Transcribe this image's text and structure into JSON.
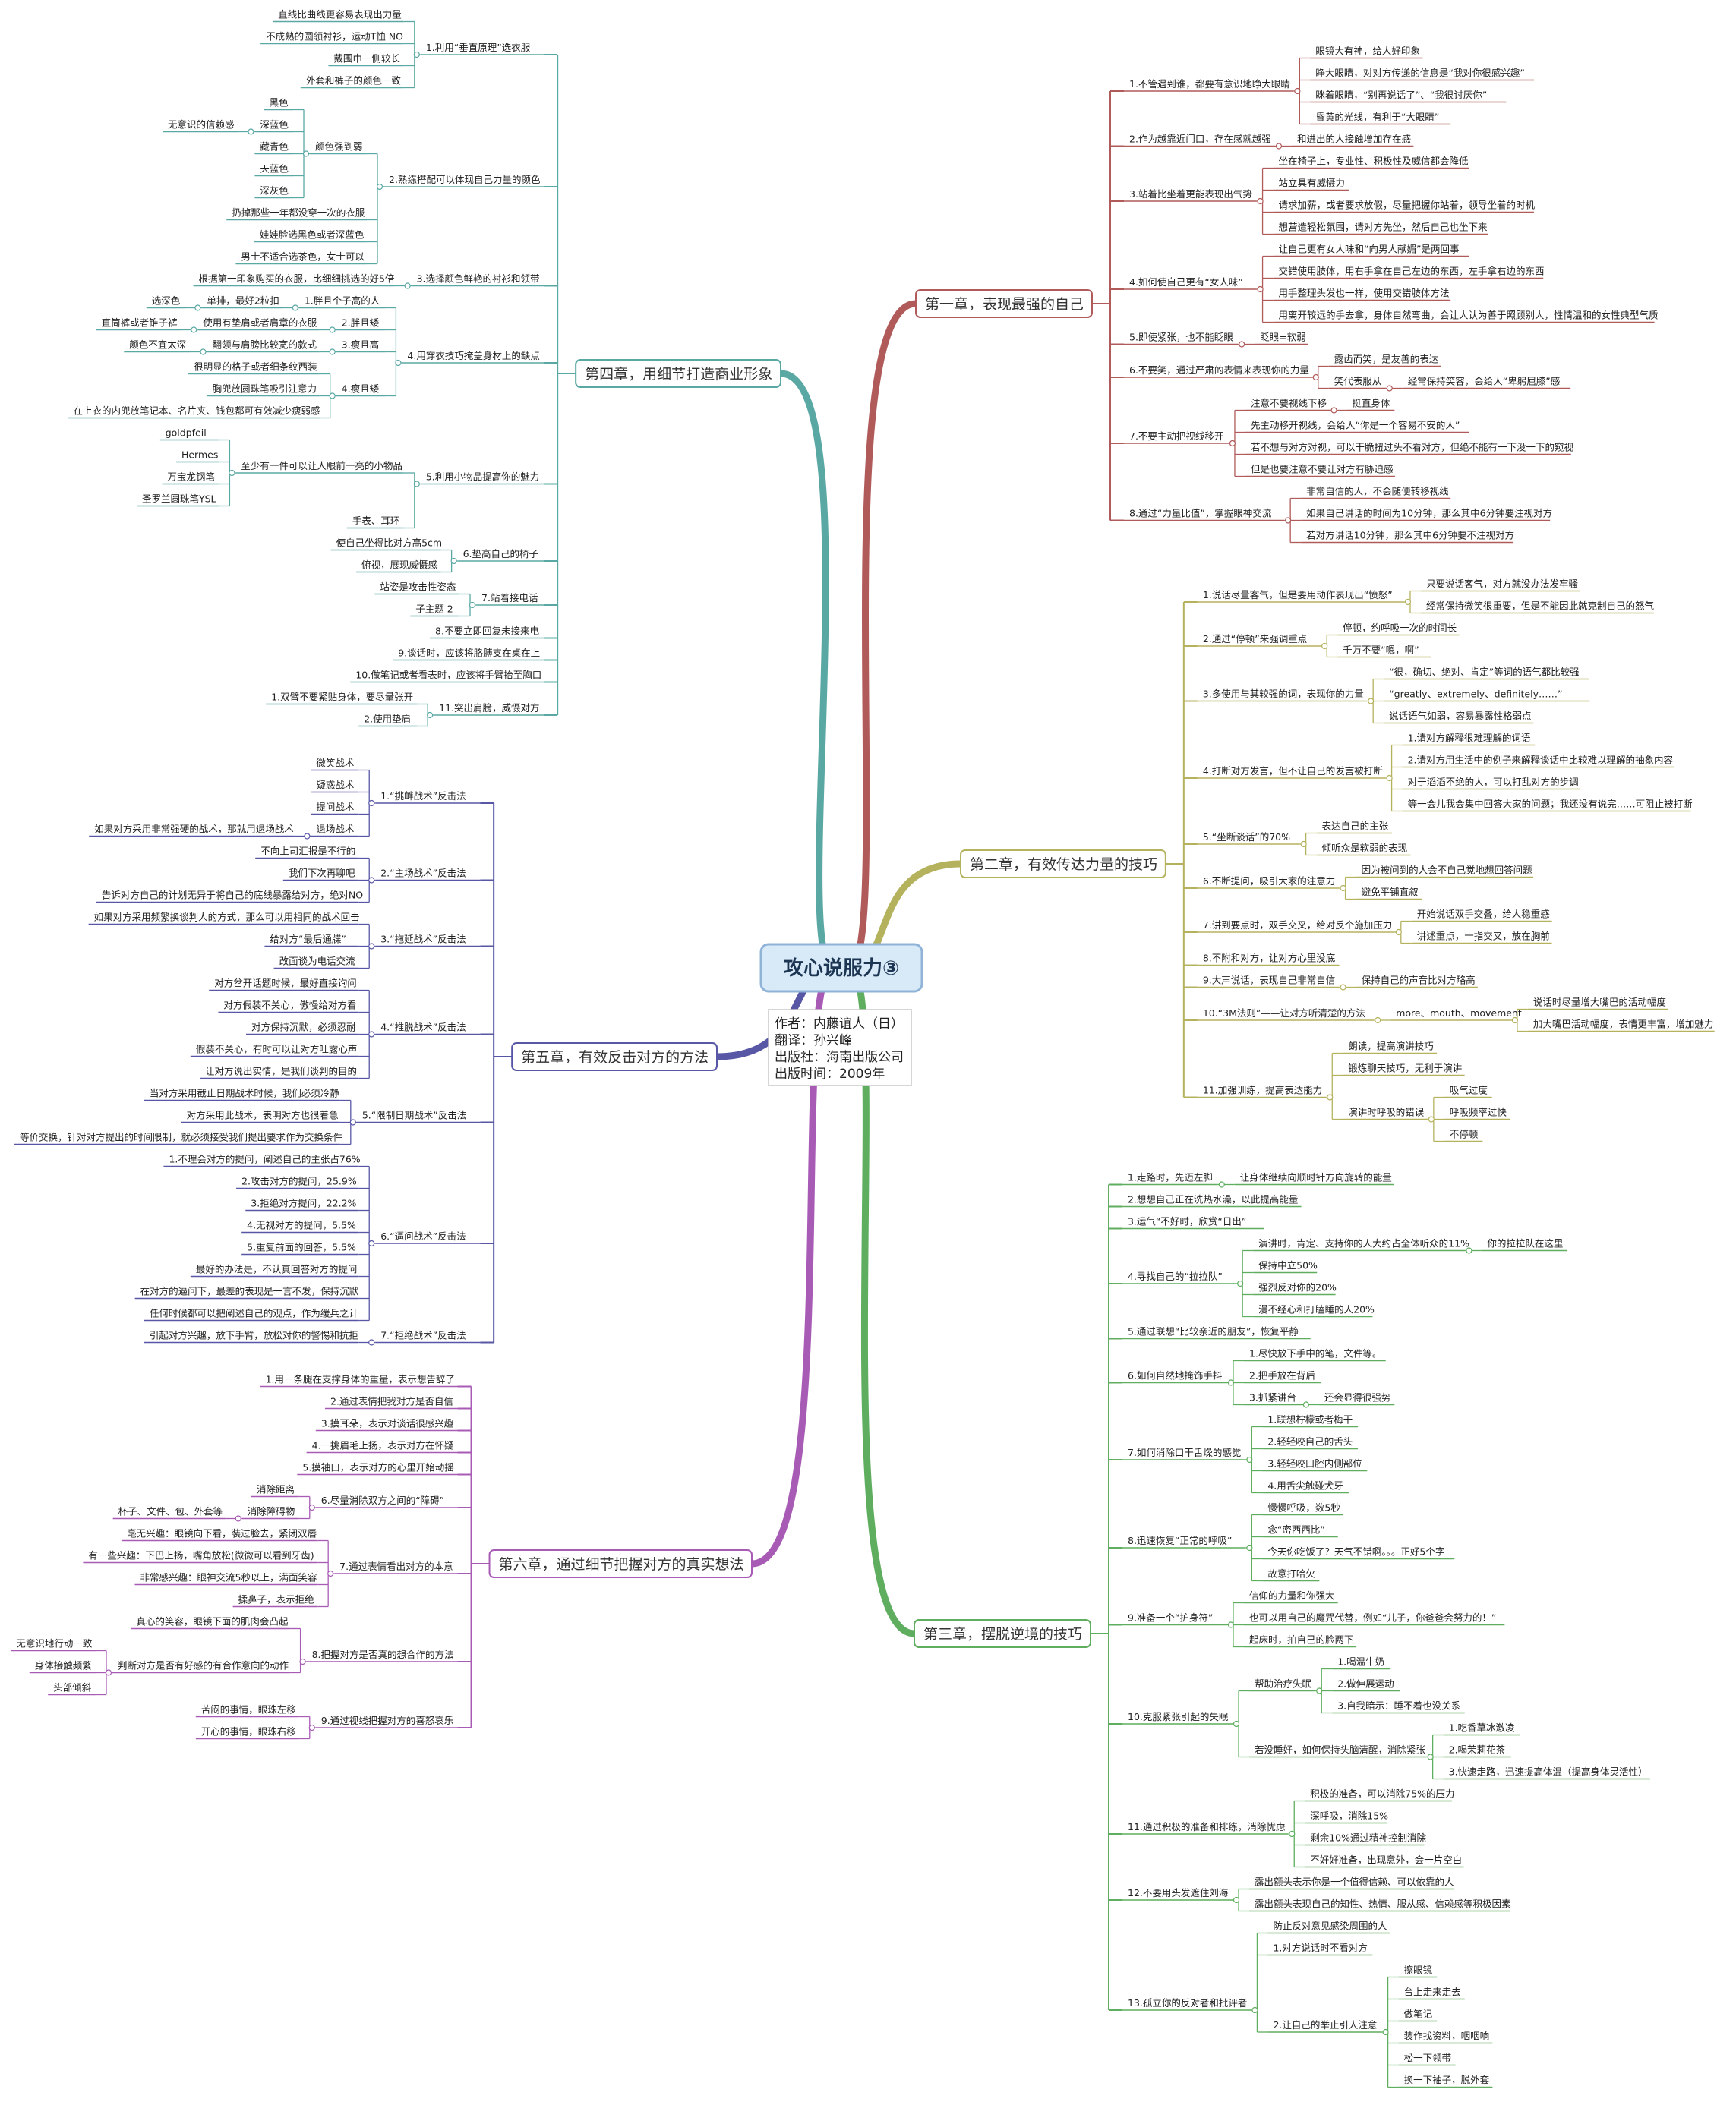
{
  "root": {
    "title": "攻心说服力③",
    "info": [
      "作者：内藤谊人（日）",
      "翻译：孙兴峰",
      "出版社：海南出版公司",
      "出版时间：2009年"
    ]
  },
  "colors": {
    "ch1": "#b05a5a",
    "ch2": "#b5b25e",
    "ch3": "#5fae5f",
    "ch4": "#5aa8a3",
    "ch5": "#5857a6",
    "ch6": "#a85bb5",
    "root_fill": "#d8e9f7",
    "root_border": "#8fb4d8"
  },
  "chapters": {
    "ch1": {
      "label": "第一章，表现最强的自己",
      "items": [
        {
          "label": "1.不管遇到谁，都要有意识地睁大眼睛",
          "children": [
            {
              "label": "眼镜大有神，给人好印象"
            },
            {
              "label": "睁大眼睛，对对方传递的信息是“我对你很感兴趣”"
            },
            {
              "label": "眯着眼睛，“别再说话了”、“我很讨厌你”"
            },
            {
              "label": "昏黄的光线，有利于“大眼睛”"
            }
          ]
        },
        {
          "label": "2.作为越靠近门口，存在感就越强",
          "children": [
            {
              "label": "和进出的人接触增加存在感"
            }
          ]
        },
        {
          "label": "3.站着比坐着更能表现出气势",
          "children": [
            {
              "label": "坐在椅子上，专业性、积极性及威信都会降低"
            },
            {
              "label": "站立具有威慑力"
            },
            {
              "label": "请求加薪，或者要求放假，尽量把握你站着，领导坐着的时机"
            },
            {
              "label": "想营造轻松氛围，请对方先坐，然后自己也坐下来"
            }
          ]
        },
        {
          "label": "4.如何使自己更有“女人味”",
          "children": [
            {
              "label": "让自己更有女人味和“向男人献媚”是两回事"
            },
            {
              "label": "交错使用肢体，用右手拿在自己左边的东西，左手拿右边的东西"
            },
            {
              "label": "用手整理头发也一样，使用交错肢体方法"
            },
            {
              "label": "用离开较远的手去拿，身体自然弯曲，会让人认为善于照顾别人，性情温和的女性典型气质"
            }
          ]
        },
        {
          "label": "5.即使紧张，也不能眨眼",
          "children": [
            {
              "label": "眨眼=软弱"
            }
          ]
        },
        {
          "label": "6.不要笑，通过严肃的表情来表现你的力量",
          "children": [
            {
              "label": "露齿而笑，是友善的表达"
            },
            {
              "label": "笑代表服从",
              "children": [
                {
                  "label": "经常保持笑容，会给人“卑躬屈膝”感"
                }
              ]
            }
          ]
        },
        {
          "label": "7.不要主动把视线移开",
          "children": [
            {
              "label": "注意不要视线下移",
              "children": [
                {
                  "label": "挺直身体"
                }
              ]
            },
            {
              "label": "先主动移开视线，会给人“你是一个容易不安的人”"
            },
            {
              "label": "若不想与对方对视，可以干脆扭过头不看对方，但绝不能有一下没一下的窥视"
            },
            {
              "label": "但是也要注意不要让对方有胁迫感"
            }
          ]
        },
        {
          "label": "8.通过“力量比值”，掌握眼神交流",
          "children": [
            {
              "label": "非常自信的人，不会随便转移视线"
            },
            {
              "label": "如果自己讲话的时间为10分钟，那么其中6分钟要注视对方"
            },
            {
              "label": "若对方讲话10分钟，那么其中6分钟要不注视对方"
            }
          ]
        }
      ]
    },
    "ch2": {
      "label": "第二章，有效传达力量的技巧",
      "items": [
        {
          "label": "1.说话尽量客气，但是要用动作表现出“愤怒”",
          "children": [
            {
              "label": "只要说话客气，对方就没办法发牢骚"
            },
            {
              "label": "经常保持微笑很重要，但是不能因此就克制自己的怒气"
            }
          ]
        },
        {
          "label": "2.通过“停顿”来强调重点",
          "children": [
            {
              "label": "停顿，约呼吸一次的时间长"
            },
            {
              "label": "千万不要“嗯，啊”"
            }
          ]
        },
        {
          "label": "3.多使用与其较强的词，表现你的力量",
          "children": [
            {
              "label": "“很，确切、绝对、肯定”等词的语气都比较强"
            },
            {
              "label": "“greatly、extremely、definitely……”"
            },
            {
              "label": "说话语气如弱，容易暴露性格弱点"
            }
          ]
        },
        {
          "label": "4.打断对方发言，但不让自己的发言被打断",
          "children": [
            {
              "label": "1.请对方解释很难理解的词语"
            },
            {
              "label": "2.请对方用生活中的例子来解释谈话中比较难以理解的抽象内容"
            },
            {
              "label": "对于滔滔不绝的人，可以打乱对方的步调"
            },
            {
              "label": "等一会儿我会集中回答大家的问题；我还没有说完……可阻止被打断"
            }
          ]
        },
        {
          "label": "5.“坐断谈话”的70%",
          "children": [
            {
              "label": "表达自己的主张"
            },
            {
              "label": "倾听众是软弱的表现"
            }
          ]
        },
        {
          "label": "6.不断提问，吸引大家的注意力",
          "children": [
            {
              "label": "因为被问到的人会不自己觉地想回答问题"
            },
            {
              "label": "避免平铺直叙"
            }
          ]
        },
        {
          "label": "7.讲到要点时，双手交叉，给对反个施加压力",
          "children": [
            {
              "label": "开始说话双手交叠，给人稳重感"
            },
            {
              "label": "讲述重点，十指交叉，放在胸前"
            }
          ]
        },
        {
          "label": "8.不附和对方，让对方心里没底"
        },
        {
          "label": "9.大声说话，表现自己非常自信",
          "children": [
            {
              "label": "保持自己的声音比对方略高"
            }
          ]
        },
        {
          "label": "10.“3M法则”——让对方听清楚的方法",
          "children": [
            {
              "label": "more、mouth、movement",
              "children": [
                {
                  "label": "说话时尽量增大嘴巴的活动幅度"
                },
                {
                  "label": "加大嘴巴活动幅度，表情更丰富，增加魅力"
                }
              ]
            }
          ]
        },
        {
          "label": "11.加强训练，提高表达能力",
          "children": [
            {
              "label": "朗读，提高演讲技巧"
            },
            {
              "label": "锻炼聊天技巧，无利于演讲"
            },
            {
              "label": "演讲时呼吸的错误",
              "children": [
                {
                  "label": "吸气过度"
                },
                {
                  "label": "呼吸频率过快"
                },
                {
                  "label": "不停顿"
                }
              ]
            }
          ]
        }
      ]
    },
    "ch3": {
      "label": "第三章，摆脱逆境的技巧",
      "items": [
        {
          "label": "1.走路时，先迈左脚",
          "children": [
            {
              "label": "让身体继续向顺时针方向旋转的能量"
            }
          ]
        },
        {
          "label": "2.想想自己正在洗热水澡，以此提高能量"
        },
        {
          "label": "3.运气“不好时，欣赏“日出”"
        },
        {
          "label": "4.寻找自己的“拉拉队”",
          "children": [
            {
              "label": "演讲时，肯定、支持你的人大约占全体听众的11%",
              "children": [
                {
                  "label": "你的拉拉队在这里"
                }
              ]
            },
            {
              "label": "保持中立50%"
            },
            {
              "label": "强烈反对你的20%"
            },
            {
              "label": "漫不经心和打瞌睡的人20%"
            }
          ]
        },
        {
          "label": "5.通过联想“比较亲近的朋友”，恢复平静"
        },
        {
          "label": "6.如何自然地掩饰手抖",
          "children": [
            {
              "label": "1.尽快放下手中的笔，文件等。"
            },
            {
              "label": "2.把手放在背后"
            },
            {
              "label": "3.抓紧讲台",
              "children": [
                {
                  "label": "还会显得很强势"
                }
              ]
            }
          ]
        },
        {
          "label": "7.如何消除口干舌燥的感觉",
          "children": [
            {
              "label": "1.联想柠檬或者梅干"
            },
            {
              "label": "2.轻轻咬自己的舌头"
            },
            {
              "label": "3.轻轻咬口腔内侧部位"
            },
            {
              "label": "4.用舌尖触碰犬牙"
            }
          ]
        },
        {
          "label": "8.迅速恢复“正常的呼吸”",
          "children": [
            {
              "label": "慢慢呼吸，数5秒"
            },
            {
              "label": "念“密西西比”"
            },
            {
              "label": "今天你吃饭了？天气不错啊。。。正好5个字"
            },
            {
              "label": "故意打哈欠"
            }
          ]
        },
        {
          "label": "9.准备一个“护身符”",
          "children": [
            {
              "label": "信仰的力量和你强大"
            },
            {
              "label": "也可以用自己的魔咒代替，例如“儿子，你爸爸会努力的！”"
            },
            {
              "label": "起床时，拍自己的脸两下"
            }
          ]
        },
        {
          "label": "10.克服紧张引起的失眠",
          "children": [
            {
              "label": "帮助治疗失眠",
              "children": [
                {
                  "label": "1.喝温牛奶"
                },
                {
                  "label": "2.做伸展运动"
                },
                {
                  "label": "3.自我暗示：睡不着也没关系"
                }
              ]
            },
            {
              "label": "若没睡好，如何保持头脑清醒，消除紧张",
              "children": [
                {
                  "label": "1.吃香草冰激凌"
                },
                {
                  "label": "2.喝茉莉花茶"
                },
                {
                  "label": "3.快速走路，迅速提高体温（提高身体灵活性）"
                }
              ]
            }
          ]
        },
        {
          "label": "11.通过积极的准备和排练，消除忧虑",
          "children": [
            {
              "label": "积极的准备，可以消除75%的压力"
            },
            {
              "label": "深呼吸，消除15%"
            },
            {
              "label": "剩余10%通过精神控制消除"
            },
            {
              "label": "不好好准备，出现意外，会一片空白"
            }
          ]
        },
        {
          "label": "12.不要用头发遮住刘海",
          "children": [
            {
              "label": "露出额头表示你是一个值得信赖、可以依靠的人"
            },
            {
              "label": "露出额头表现自己的知性、热情、服从感、信赖感等积极因素"
            }
          ]
        },
        {
          "label": "13.孤立你的反对者和批评者",
          "children": [
            {
              "label": "防止反对意见感染周围的人"
            },
            {
              "label": "1.对方说话时不看对方"
            },
            {
              "label": "2.让自己的举止引人注意",
              "children": [
                {
                  "label": "擦眼镜"
                },
                {
                  "label": "台上走来走去"
                },
                {
                  "label": "做笔记"
                },
                {
                  "label": "装作找资料，咽咽响"
                },
                {
                  "label": "松一下领带"
                },
                {
                  "label": "换一下袖子，脱外套"
                }
              ]
            }
          ]
        }
      ]
    },
    "ch4": {
      "label": "第四章，用细节打造商业形象",
      "items": [
        {
          "label": "1.利用“垂直原理”选衣服",
          "children": [
            {
              "label": "直线比曲线更容易表现出力量"
            },
            {
              "label": "不成熟的圆领衬衫，运动T恤 NO"
            },
            {
              "label": "戴围巾一侧较长"
            },
            {
              "label": "外套和裤子的颜色一致"
            }
          ]
        },
        {
          "label": "2.熟练搭配可以体现自己力量的颜色",
          "children": [
            {
              "label": "颜色强到弱",
              "children": [
                {
                  "label": "黑色"
                },
                {
                  "label": "深蓝色",
                  "children": [
                    {
                      "label": "无意识的信赖感"
                    }
                  ]
                },
                {
                  "label": "藏青色"
                },
                {
                  "label": "天蓝色"
                },
                {
                  "label": "深灰色"
                }
              ]
            },
            {
              "label": "扔掉那些一年都没穿一次的衣服"
            },
            {
              "label": "娃娃脸选黑色或者深蓝色"
            },
            {
              "label": "男士不适合选茶色，女士可以"
            }
          ]
        },
        {
          "label": "3.选择颜色鲜艳的衬衫和领带",
          "children": [
            {
              "label": "根据第一印象购买的衣服，比细细挑选的好5倍"
            }
          ]
        },
        {
          "label": "4.用穿衣技巧掩盖身材上的缺点",
          "children": [
            {
              "label": "1.胖且个子高的人",
              "children": [
                {
                  "label": "单排，最好2粒扣",
                  "children": [
                    {
                      "label": "选深色"
                    }
                  ]
                }
              ]
            },
            {
              "label": "2.胖且矮",
              "children": [
                {
                  "label": "使用有垫肩或者肩章的衣服",
                  "children": [
                    {
                      "label": "直筒裤或者锥子裤"
                    }
                  ]
                }
              ]
            },
            {
              "label": "3.瘦且高",
              "children": [
                {
                  "label": "翻领与肩膀比较宽的款式",
                  "children": [
                    {
                      "label": "颜色不宜太深"
                    }
                  ]
                }
              ]
            },
            {
              "label": "4.瘦且矮",
              "children": [
                {
                  "label": "很明显的格子或者细条纹西装"
                },
                {
                  "label": "胸兜放圆珠笔吸引注意力"
                },
                {
                  "label": "在上衣的内兜放笔记本、名片夹、钱包都可有效减少瘦弱感"
                }
              ]
            }
          ]
        },
        {
          "label": "5.利用小物品提高你的魅力",
          "children": [
            {
              "label": "至少有一件可以让人眼前一亮的小物品",
              "children": [
                {
                  "label": "goldpfeil"
                },
                {
                  "label": "Hermes"
                },
                {
                  "label": "万宝龙钢笔"
                },
                {
                  "label": "圣罗兰圆珠笔YSL"
                }
              ]
            },
            {
              "label": "手表、耳环"
            }
          ]
        },
        {
          "label": "6.垫高自己的椅子",
          "children": [
            {
              "label": "使自己坐得比对方高5cm"
            },
            {
              "label": "俯视，展现威慑感"
            }
          ]
        },
        {
          "label": "7.站着接电话",
          "children": [
            {
              "label": "站姿是攻击性姿态"
            },
            {
              "label": "子主题 2"
            }
          ]
        },
        {
          "label": "8.不要立即回复未接来电"
        },
        {
          "label": "9.谈话时，应该将胳膊支在桌在上"
        },
        {
          "label": "10.做笔记或者看表时，应该将手臂抬至胸口"
        },
        {
          "label": "11.突出肩膀，威慑对方",
          "children": [
            {
              "label": "1.双臂不要紧贴身体，要尽量张开"
            },
            {
              "label": "2.使用垫肩"
            }
          ]
        }
      ]
    },
    "ch5": {
      "label": "第五章，有效反击对方的方法",
      "items": [
        {
          "label": "1.“挑衅战术”反击法",
          "children": [
            {
              "label": "微笑战术"
            },
            {
              "label": "疑惑战术"
            },
            {
              "label": "提问战术"
            },
            {
              "label": "退场战术",
              "children": [
                {
                  "label": "如果对方采用非常强硬的战术，那就用退场战术"
                }
              ]
            }
          ]
        },
        {
          "label": "2.“主场战术”反击法",
          "children": [
            {
              "label": "不向上司汇报是不行的"
            },
            {
              "label": "我们下次再聊吧"
            },
            {
              "label": "告诉对方自己的计划无异于将自己的底线暴露给对方，绝对NO"
            }
          ]
        },
        {
          "label": "3.“拖延战术”反击法",
          "children": [
            {
              "label": "如果对方采用频繁换谈判人的方式，那么可以用相同的战术回击"
            },
            {
              "label": "给对方“最后通牒”"
            },
            {
              "label": "改面谈为电话交流"
            }
          ]
        },
        {
          "label": "4.“推脱战术”反击法",
          "children": [
            {
              "label": "对方岔开话题时候，最好直接询问"
            },
            {
              "label": "对方假装不关心，傲慢给对方看"
            },
            {
              "label": "对方保持沉默，必须忍耐"
            },
            {
              "label": "假装不关心，有时可以让对方吐露心声"
            },
            {
              "label": "让对方说出实情，是我们谈判的目的"
            }
          ]
        },
        {
          "label": "5.“限制日期战术”反击法",
          "children": [
            {
              "label": "当对方采用截止日期战术时候，我们必须冷静"
            },
            {
              "label": "对方采用此战术，表明对方也很着急"
            },
            {
              "label": "等价交换，针对对方提出的时间限制，就必须接受我们提出要求作为交换条件"
            }
          ]
        },
        {
          "label": "6.“逼问战术”反击法",
          "children": [
            {
              "label": "1.不理会对方的提问，阐述自己的主张占76%"
            },
            {
              "label": "2.攻击对方的提问，25.9%"
            },
            {
              "label": "3.拒绝对方提问，22.2%"
            },
            {
              "label": "4.无视对方的提问，5.5%"
            },
            {
              "label": "5.重复前面的回答，5.5%"
            },
            {
              "label": "最好的办法是，不认真回答对方的提问"
            },
            {
              "label": "在对方的逼问下，最差的表现是一言不发，保持沉默"
            },
            {
              "label": "任何时候都可以把阐述自己的观点，作为缓兵之计"
            }
          ]
        },
        {
          "label": "7.“拒绝战术”反击法",
          "children": [
            {
              "label": "引起对方兴趣，放下手臂，放松对你的警惕和抗拒"
            }
          ]
        }
      ]
    },
    "ch6": {
      "label": "第六章，通过细节把握对方的真实想法",
      "items": [
        {
          "label": "1.用一条腿在支撑身体的重量，表示想告辞了"
        },
        {
          "label": "2.通过表情把我对方是否自信"
        },
        {
          "label": "3.摸耳朵，表示对谈话很感兴趣"
        },
        {
          "label": "4.一挑眉毛上扬，表示对方在怀疑"
        },
        {
          "label": "5.摸袖口，表示对方的心里开始动摇"
        },
        {
          "label": "6.尽量消除双方之间的“障碍”",
          "children": [
            {
              "label": "消除距离"
            },
            {
              "label": "消除障碍物",
              "children": [
                {
                  "label": "杯子、文件、包、外套等"
                }
              ]
            }
          ]
        },
        {
          "label": "7.通过表情看出对方的本意",
          "children": [
            {
              "label": "毫无兴趣：眼镜向下看，装过脸去，紧闭双唇"
            },
            {
              "label": "有一些兴趣：下巴上扬，嘴角放松(微微可以看到牙齿)"
            },
            {
              "label": "非常感兴趣：眼神交流5秒以上，满面笑容"
            },
            {
              "label": "揉鼻子，表示拒绝"
            }
          ]
        },
        {
          "label": "8.把握对方是否真的想合作的方法",
          "children": [
            {
              "label": "真心的笑容，眼镜下面的肌肉会凸起"
            },
            {
              "label": "判断对方是否有好感的有合作意向的动作",
              "children": [
                {
                  "label": "无意识地行动一致"
                },
                {
                  "label": "身体接触频繁"
                },
                {
                  "label": "头部倾斜"
                }
              ]
            }
          ]
        },
        {
          "label": "9.通过视线把握对方的喜怒哀乐",
          "children": [
            {
              "label": "苦闷的事情，眼珠左移"
            },
            {
              "label": "开心的事情，眼珠右移"
            }
          ]
        }
      ]
    }
  }
}
